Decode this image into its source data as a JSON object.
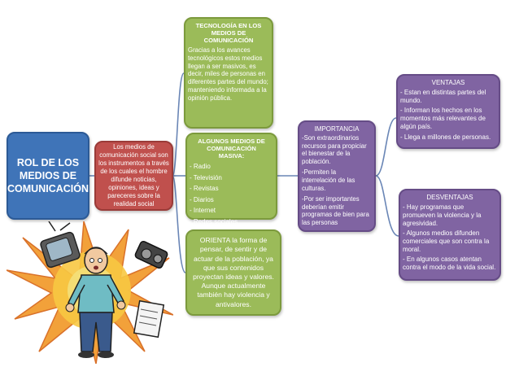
{
  "root": {
    "title": "ROL DE LOS MEDIOS DE COMUNICACIÓN"
  },
  "definition": {
    "text": "Los medios de comunicación social son los instrumentos a través de los cuales el hombre difunde noticias, opiniones, ideas y pareceres sobre la realidad social"
  },
  "tecnologia": {
    "title": "TECNOLOGÍA EN LOS MEDIOS DE COMUNICACIÓN",
    "text": "Gracias a los avances tecnológicos estos medios llegan a ser masivos, es decir, miles de personas en diferentes partes del mundo; manteniendo informada a la opinión pública."
  },
  "masivos": {
    "title": "ALGUNOS MEDIOS DE COMUNICACIÓN MASIVA:",
    "items": [
      "- Radio",
      "- Televisión",
      "- Revistas",
      "- Diarios",
      "- Internet",
      "- Redes sociales"
    ]
  },
  "orienta": {
    "text": "ORIENTA la forma de pensar, de sentir y de actuar de la población, ya que sus contenidos proyectan ideas y valores. Aunque actualmente también hay violencia y antivalores."
  },
  "importancia": {
    "title": "IMPORTANCIA",
    "items": [
      "-Son extraordinarios recursos para propiciar el bienestar de la población.",
      "-Permiten la interrelación de las culturas.",
      "-Por ser importantes deberían emitir programas de bien para las personas"
    ]
  },
  "ventajas": {
    "title": "VENTAJAS",
    "items": [
      "- Estan en distintas partes del mundo.",
      "- Informan los hechos en los momentos más relevantes de algún país.",
      "- Llega a millones de personas."
    ]
  },
  "desventajas": {
    "title": "DESVENTAJAS",
    "items": [
      "- Hay programas que promueven la violencia y la agresividad.",
      "- Algunos medios difunden comerciales que son contra la moral.",
      "- En algunos casos atentan contra el modo de la vida social."
    ]
  },
  "colors": {
    "blue": "#3f74b8",
    "red": "#c0504d",
    "green": "#9bbb59",
    "purple": "#8064a2",
    "connector": "#5a78a8"
  }
}
